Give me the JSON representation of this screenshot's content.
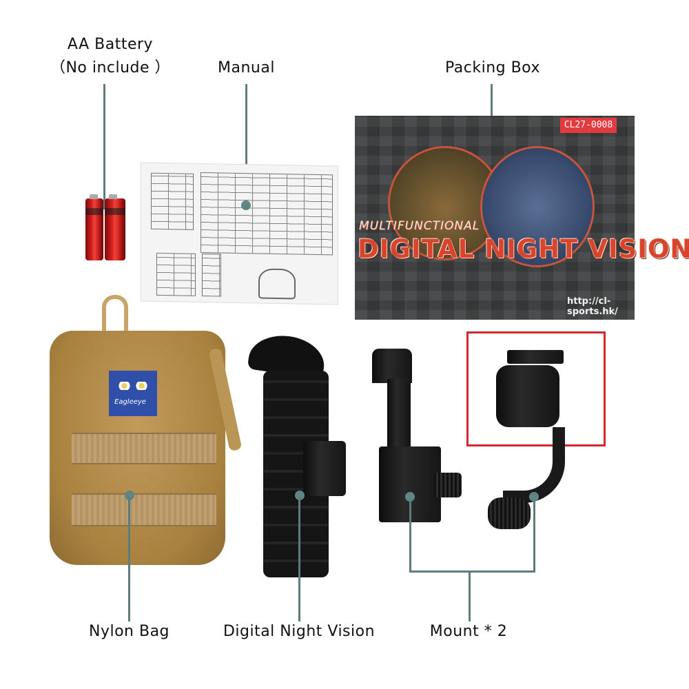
{
  "image": {
    "description": "Product package contents photo for a digital night vision monocular kit",
    "line_color": "#5f7c7c",
    "highlight_box_color": "#d3262f"
  },
  "labels": {
    "battery": {
      "line1": "AA Battery",
      "line2": "（No include ）"
    },
    "manual": "Manual",
    "packing_box": "Packing Box",
    "nylon_bag": "Nylon Bag",
    "night_vision": "Digital Night Vision",
    "mount": "Mount * 2"
  },
  "packing_box": {
    "model_badge": "CL27-0008",
    "subtitle": "MULTIFUNCTIONAL",
    "title": "DIGITAL NIGHT VISION",
    "url": "http://cl-sports.hk/"
  },
  "nylon_bag": {
    "patch_brand": "Eagleeye"
  }
}
